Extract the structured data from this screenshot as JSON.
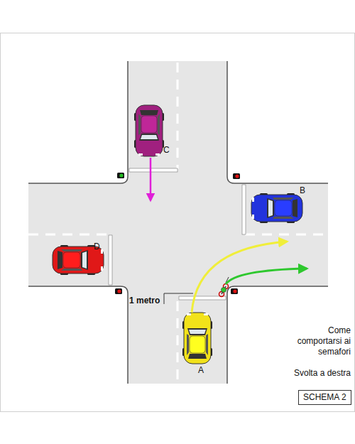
{
  "diagram": {
    "nodes": [
      {
        "text": [
          "SCHEMA 2"
        ]
      }
    ],
    "labels": [
      "C",
      "B",
      "D",
      "A",
      "1 metro",
      "Come comportarsi ai semafori",
      "Svolta a destra"
    ]
  }
}
